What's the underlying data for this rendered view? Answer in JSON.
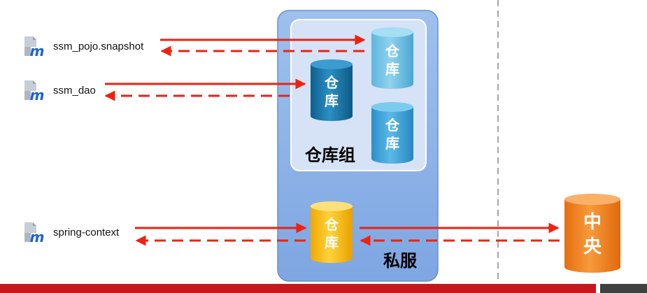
{
  "modules": [
    {
      "name": "ssm_pojo.snapshot"
    },
    {
      "name": "ssm_dao"
    },
    {
      "name": "spring-context"
    }
  ],
  "private_server": {
    "label": "私服"
  },
  "repo_group": {
    "label": "仓库组"
  },
  "repo_text": {
    "line1": "仓",
    "line2": "库"
  },
  "central": {
    "line1": "中",
    "line2": "央"
  },
  "colors": {
    "arrow": "#ee2211",
    "private_server_fill": "#8fb4e8",
    "group_fill": "#d6e2f6",
    "repo_light": "#6fc0e4",
    "repo_dark": "#1a77a8",
    "repo_mid": "#3ba3d8",
    "repo_yellow": "#f5b800",
    "central_orange": "#f0821e"
  }
}
